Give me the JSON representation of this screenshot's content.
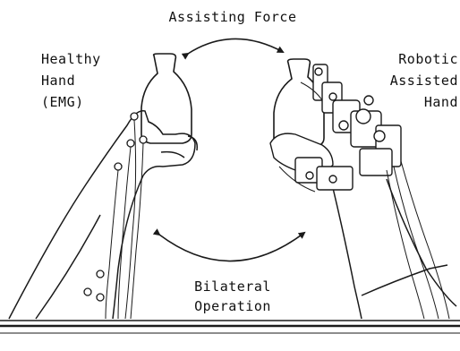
{
  "labels": {
    "top_caption": "Assisting Force",
    "left_caption_1": "Healthy",
    "left_caption_2": "Hand",
    "left_caption_3": "(EMG)",
    "right_caption_1": "Robotic",
    "right_caption_2": "Assisted",
    "right_caption_3": "Hand",
    "bottom_caption_1": "Bilateral",
    "bottom_caption_2": "Operation"
  },
  "colors": {
    "line": "#1a1a1a",
    "background": "#ffffff"
  }
}
